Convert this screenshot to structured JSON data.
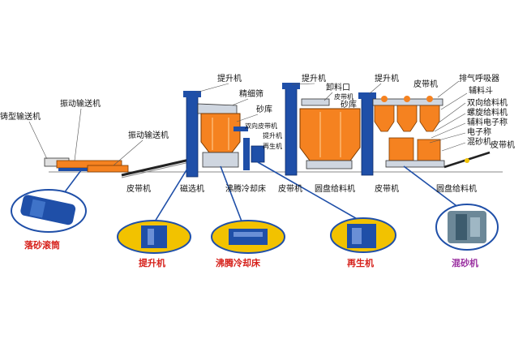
{
  "labels": {
    "casting_conveyor": "铸型输送机",
    "vibrating_conveyor_1": "振动输送机",
    "vibrating_conveyor_2": "振动输送机",
    "belt_conveyor_1": "皮带机",
    "magnetic_separator": "磁选机",
    "elevator_1": "提升机",
    "fine_screen": "精细筛",
    "sand_bin_1": "砂库",
    "double_belt_feeder": "双向皮带机",
    "elevator_small": "提升机",
    "regenerator_small": "再生机",
    "boiling_cooling_bed": "沸腾冷却床",
    "belt_conveyor_2": "皮带机",
    "elevator_2": "提升机",
    "unloading_port": "卸料口",
    "belt_small": "皮带机",
    "sand_bin_2": "砂库",
    "disc_feeder_1": "圆盘给料机",
    "belt_conveyor_3": "皮带机",
    "elevator_3": "提升机",
    "belt_conveyor_4": "皮带机",
    "exhaust_breather": "排气呼吸器",
    "aux_hopper": "辅料斗",
    "double_feeder": "双向给料机",
    "screw_feeder": "螺旋给料机",
    "aux_scale": "辅料电子称",
    "e_scale": "电子称",
    "sand_mixer_label": "混砂机",
    "belt_conveyor_5": "皮带机",
    "disc_feeder_2": "圆盘给料机"
  },
  "captions": {
    "drum": "落砂滚筒",
    "elevator": "提升机",
    "cooling_bed": "沸腾冷却床",
    "regenerator": "再生机",
    "mixer": "混砂机"
  },
  "colors": {
    "blue": "#1f4fa8",
    "orange": "#f58220",
    "yellow": "#f2c200",
    "caption_red": "#d6201a",
    "caption_purple": "#9a2fa0"
  }
}
